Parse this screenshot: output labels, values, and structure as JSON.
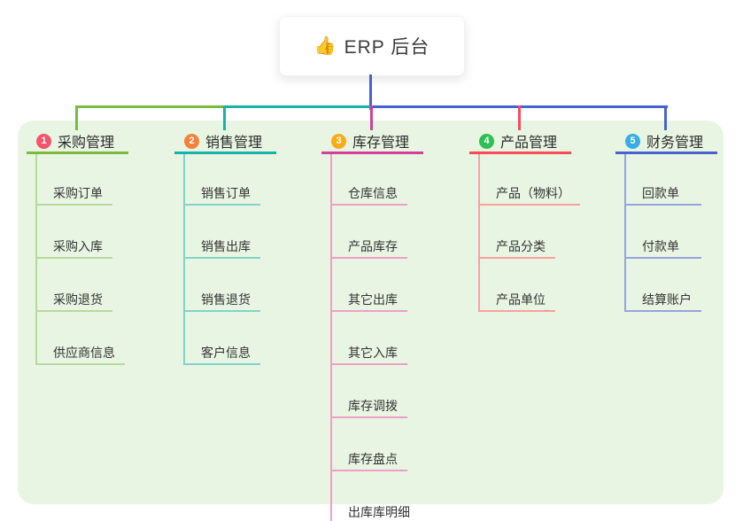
{
  "root": {
    "icon": "thumbs-up",
    "icon_glyph": "👍",
    "label": "ERP 后台"
  },
  "panel": {
    "background": "#e8f5e2"
  },
  "connectors": {
    "stem_color": "#4a5fd1"
  },
  "branches": [
    {
      "index": "1",
      "label": "采购管理",
      "badge_color": "#f2566b",
      "line_color": "#7cb93f",
      "light_color": "#b7da9b",
      "children": [
        "采购订单",
        "采购入库",
        "采购退货",
        "供应商信息"
      ]
    },
    {
      "index": "2",
      "label": "销售管理",
      "badge_color": "#f5823a",
      "line_color": "#17b3a6",
      "light_color": "#82d3cb",
      "children": [
        "销售订单",
        "销售出库",
        "销售退货",
        "客户信息"
      ]
    },
    {
      "index": "3",
      "label": "库存管理",
      "badge_color": "#fbab19",
      "line_color": "#d23f9d",
      "light_color": "#ef9fcb",
      "children": [
        "仓库信息",
        "产品库存",
        "其它出库",
        "其它入库",
        "库存调拨",
        "库存盘点",
        "出库库明细"
      ]
    },
    {
      "index": "4",
      "label": "产品管理",
      "badge_color": "#2fbf55",
      "line_color": "#fa4b57",
      "light_color": "#fba0a0",
      "children": [
        "产品（物料）",
        "产品分类",
        "产品单位"
      ]
    },
    {
      "index": "5",
      "label": "财务管理",
      "badge_color": "#35aee3",
      "line_color": "#4663cd",
      "light_color": "#96a4de",
      "children": [
        "回款单",
        "付款单",
        "结算账户"
      ]
    }
  ]
}
